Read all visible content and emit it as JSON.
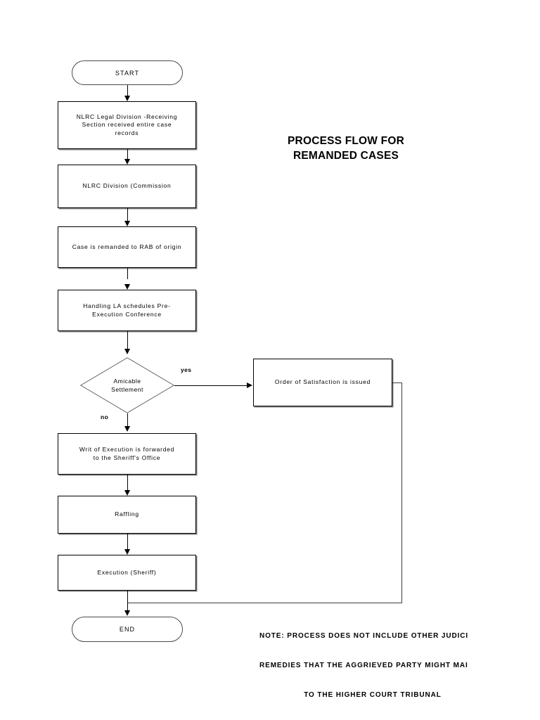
{
  "document": {
    "title": "PROCESS FLOW FOR\nREMANDED CASES"
  },
  "flowchart": {
    "type": "flowchart",
    "nodes": [
      {
        "id": "start",
        "shape": "terminator",
        "label": "START"
      },
      {
        "id": "receiving",
        "shape": "process",
        "label": "NLRC Legal Division -Receiving\nSection received entire case\nrecords"
      },
      {
        "id": "division",
        "shape": "process",
        "label": "NLRC Division (Commission"
      },
      {
        "id": "remanded",
        "shape": "process",
        "label": "Case is remanded to RAB of origin"
      },
      {
        "id": "preexec",
        "shape": "process",
        "label": "Handling LA schedules Pre-\nExecution Conference"
      },
      {
        "id": "amicable",
        "shape": "decision",
        "label": "Amicable\nSettlement"
      },
      {
        "id": "ordersat",
        "shape": "process",
        "label": "Order of Satisfaction is issued"
      },
      {
        "id": "writ",
        "shape": "process",
        "label": "Writ of Execution is forwarded\nto the Sheriff's Office"
      },
      {
        "id": "raffling",
        "shape": "process",
        "label": "Raffling"
      },
      {
        "id": "execution",
        "shape": "process",
        "label": "Execution (Sheriff)"
      },
      {
        "id": "end",
        "shape": "terminator",
        "label": "END"
      }
    ],
    "branch_labels": {
      "yes": "yes",
      "no": "no"
    }
  },
  "note": {
    "line1": "NOTE: PROCESS DOES NOT INCLUDE OTHER JUDICI",
    "line2": "REMEDIES THAT THE AGGRIEVED PARTY MIGHT MAI",
    "line3": "TO THE HIGHER COURT TRIBUNAL"
  },
  "colors": {
    "stroke": "#000000",
    "shadow": "#808080",
    "background": "#ffffff",
    "text": "#000000"
  }
}
